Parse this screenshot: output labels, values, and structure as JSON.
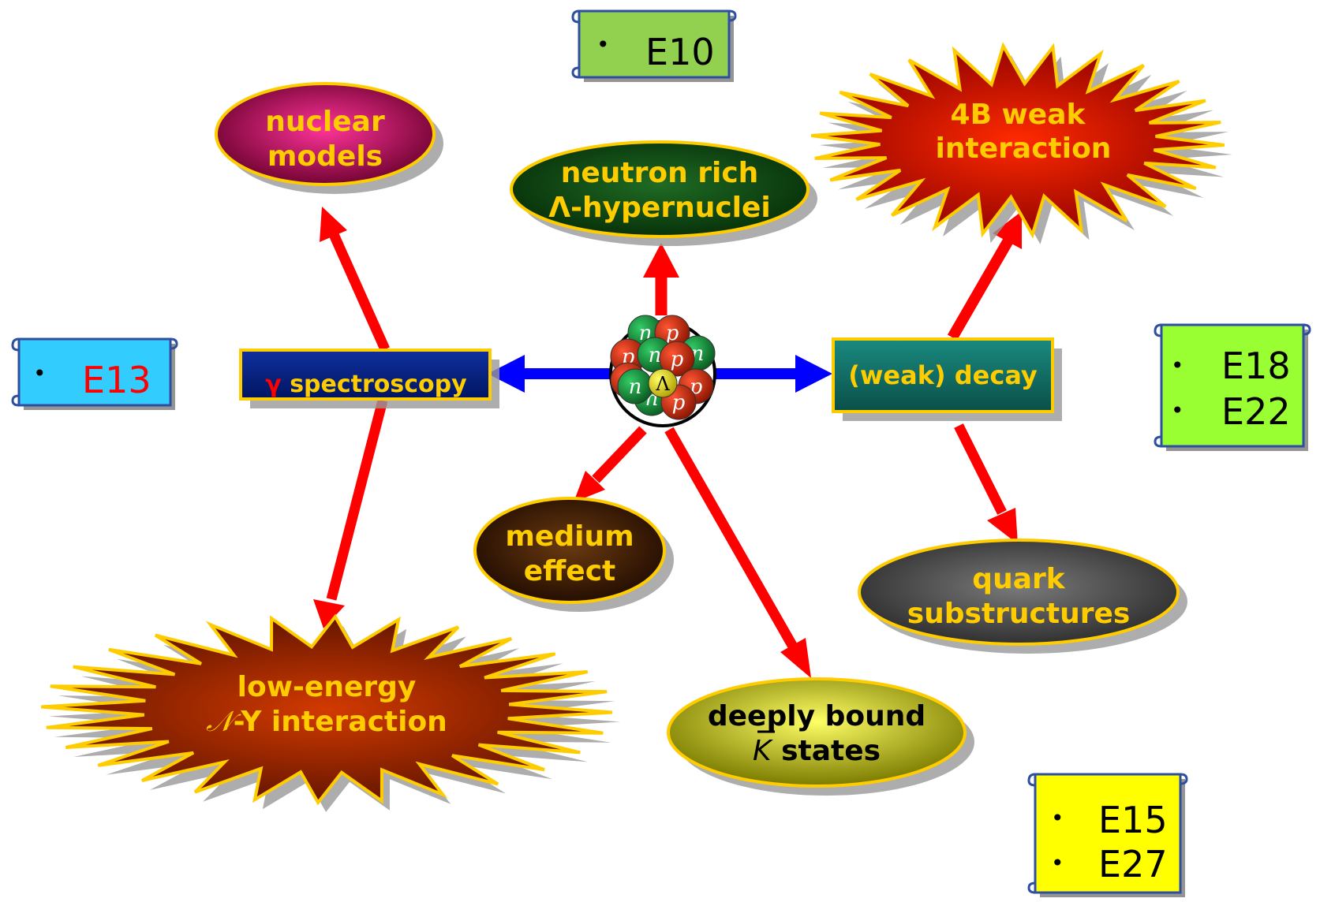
{
  "nodes": {
    "nuclear_models": {
      "line1": "nuclear",
      "line2": "models"
    },
    "neutron_rich": {
      "line1": "neutron rich",
      "line2": "Λ-hypernuclei"
    },
    "weak_4b": {
      "line1": "4B weak",
      "line2": "interaction"
    },
    "gamma_spec": {
      "symbol": "γ",
      "label": "spectroscopy"
    },
    "weak_decay": {
      "label": "(weak) decay"
    },
    "medium_effect": {
      "line1": "medium",
      "line2": "effect"
    },
    "quark_sub": {
      "line1": "quark",
      "line2": "substructures"
    },
    "low_energy": {
      "line1": "low-energy",
      "line2_symbol": "𝒩",
      "line2_rest": "-Y interaction"
    },
    "deeply_bound": {
      "line1": "deeply bound",
      "line2_symbol": "K",
      "line2_rest": " states"
    }
  },
  "nucleus": {
    "center_label": "Λ",
    "nucleons": [
      "n",
      "p",
      "p",
      "n",
      "n",
      "p",
      "p",
      "p",
      "n",
      "p",
      "n"
    ]
  },
  "experiments": {
    "e10": {
      "bullet": "•",
      "items": [
        "E10"
      ]
    },
    "e13": {
      "bullet": "•",
      "items": [
        "E13"
      ]
    },
    "e18_22": {
      "bullet": "•",
      "items": [
        "E18",
        "E22"
      ]
    },
    "e15_27": {
      "bullet": "•",
      "items": [
        "E15",
        "E27"
      ]
    }
  },
  "colors": {
    "arrow_red": "#ff0000",
    "arrow_blue": "#0000ff",
    "label_text": "#ffcc00",
    "border_gold": "#ffcc00",
    "scroll_green": "#92d050",
    "scroll_cyan": "#33ccff",
    "scroll_lime": "#99ff33",
    "scroll_yellow": "#ffff00",
    "e13_text": "#ff0000"
  }
}
